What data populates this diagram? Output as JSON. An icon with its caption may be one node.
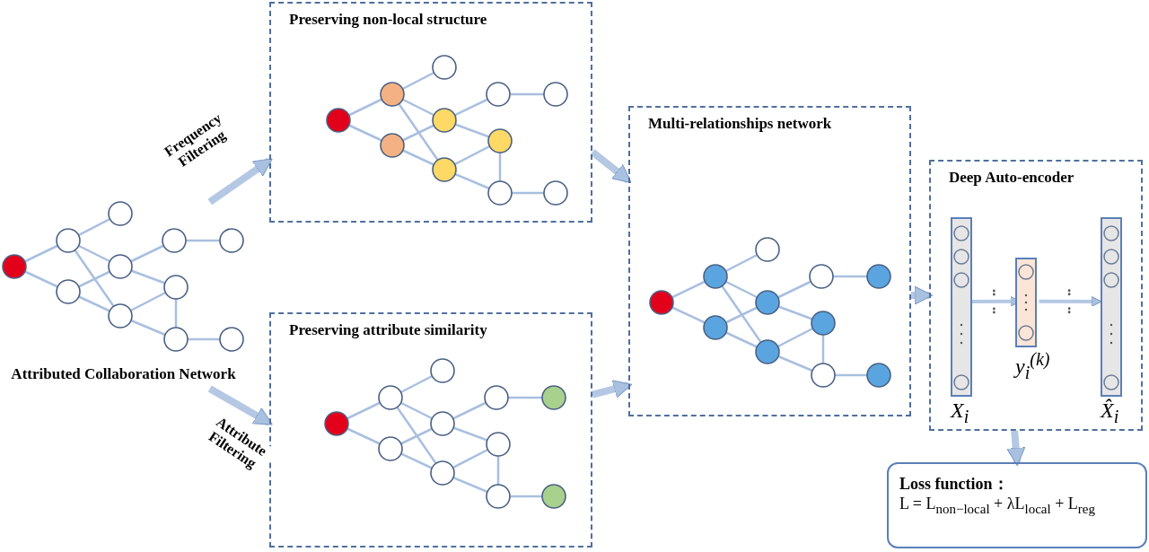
{
  "diagram": {
    "nodes": [
      {
        "text": [
          "Attributed Collaboration Network"
        ]
      },
      {
        "text": [
          "Preserving non-local structure"
        ]
      },
      {
        "text": [
          "Preserving attribute similarity"
        ]
      },
      {
        "text": [
          "Multi-relationships network"
        ]
      },
      {
        "text": [
          "Deep Auto-encoder"
        ]
      },
      {
        "text": [
          "X$_{i}$"
        ],
        "in": 4
      },
      {
        "text": [
          "y$_{i}$$^{(k)}$"
        ],
        "in": 4
      },
      {
        "text": [
          "X̂$_{i}$"
        ],
        "in": 4
      },
      {
        "text": [
          "Loss function：",
          "L = L$_{non−local}$ + λL$_{local}$ + L$_{reg}$"
        ]
      }
    ],
    "edges": [
      {
        "from": 0,
        "to": 1,
        "arrow": "to",
        "label": "Frequency Filtering"
      },
      {
        "from": 0,
        "to": 2,
        "arrow": "to",
        "label": "Attribute Filtering"
      },
      {
        "from": 1,
        "to": 3,
        "arrow": "to"
      },
      {
        "from": 2,
        "to": 3,
        "arrow": "to"
      },
      {
        "from": 3,
        "to": 4,
        "arrow": "to"
      },
      {
        "from": 5,
        "to": 6,
        "arrow": "to"
      },
      {
        "from": 6,
        "to": 7,
        "arrow": "to"
      },
      {
        "from": 4,
        "to": 8,
        "arrow": "to"
      }
    ]
  }
}
